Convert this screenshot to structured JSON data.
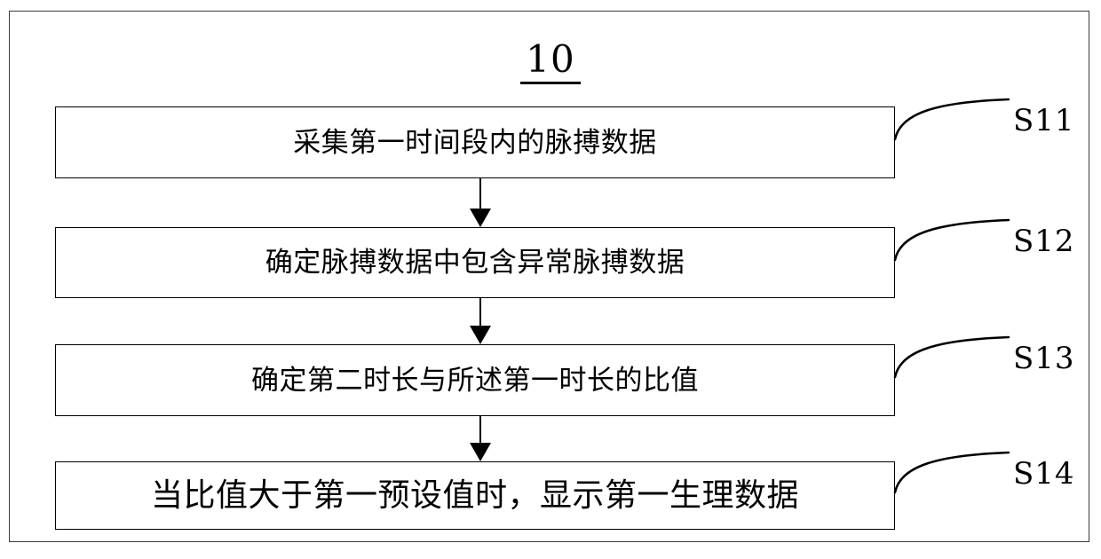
{
  "figure": {
    "number": "10"
  },
  "flowchart": {
    "steps": [
      {
        "id": "S11",
        "label": "S11",
        "text": "采集第一时间段内的脉搏数据"
      },
      {
        "id": "S12",
        "label": "S12",
        "text": "确定脉搏数据中包含异常脉搏数据"
      },
      {
        "id": "S13",
        "label": "S13",
        "text": "确定第二时长与所述第一时长的比值"
      },
      {
        "id": "S14",
        "label": "S14",
        "text": "当比值大于第一预设值时，显示第一生理数据"
      }
    ],
    "connector_count": 3,
    "direction": "top-to-bottom"
  },
  "colors": {
    "line": "#000000",
    "text": "#000000",
    "page_frame": "#3a3a3a",
    "background": "#ffffff"
  }
}
